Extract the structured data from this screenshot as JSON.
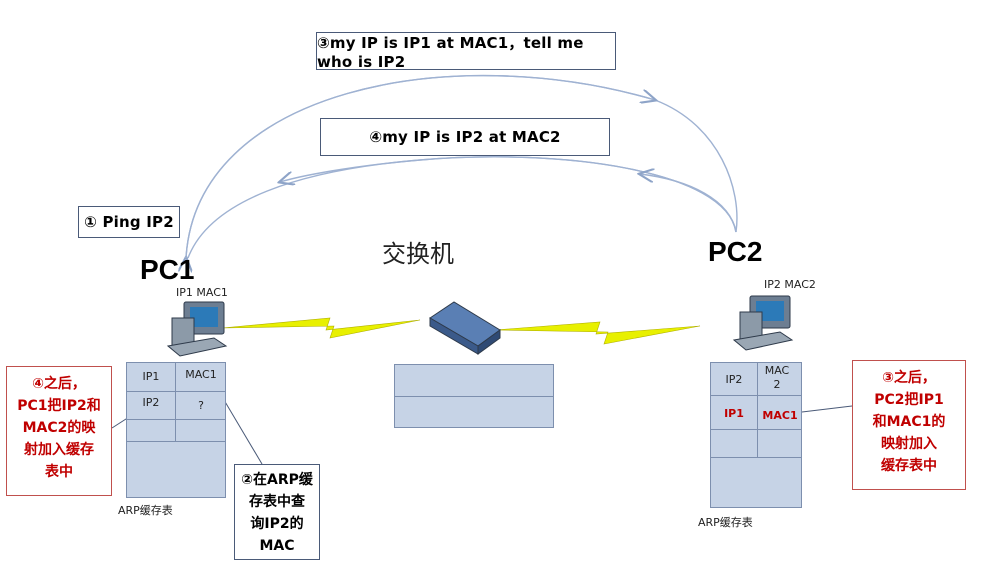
{
  "msg3": "③my IP is IP1 at MAC1，tell me who is IP2",
  "msg4": "④my IP is IP2 at MAC2",
  "msg1": "① Ping IP2",
  "switch_label": "交换机",
  "pc1": {
    "title": "PC1",
    "label": "IP1 MAC1"
  },
  "pc2": {
    "title": "PC2",
    "label": "IP2 MAC2"
  },
  "arp1": {
    "caption": "ARP缓存表",
    "rows": [
      [
        "IP1",
        "MAC1"
      ],
      [
        "IP2",
        "?"
      ]
    ]
  },
  "arp2": {
    "caption": "ARP缓存表",
    "rows": [
      [
        "IP2",
        "MAC 2"
      ],
      [
        "IP1",
        "MAC1"
      ]
    ]
  },
  "note_left": [
    "④之后，",
    "PC1把IP2和",
    "MAC2的映",
    "射加入缓存",
    "表中"
  ],
  "note_query": [
    "②在ARP缓",
    "存表中查",
    "询IP2的",
    "MAC"
  ],
  "note_right": [
    "③之后，",
    "PC2把IP1",
    "和MAC1的",
    "映射加入",
    "缓存表中"
  ],
  "colors": {
    "arrow": "#8ea4c8",
    "bolt": "#e8f000",
    "red": "#c00000",
    "table": "#c6d3e6"
  }
}
